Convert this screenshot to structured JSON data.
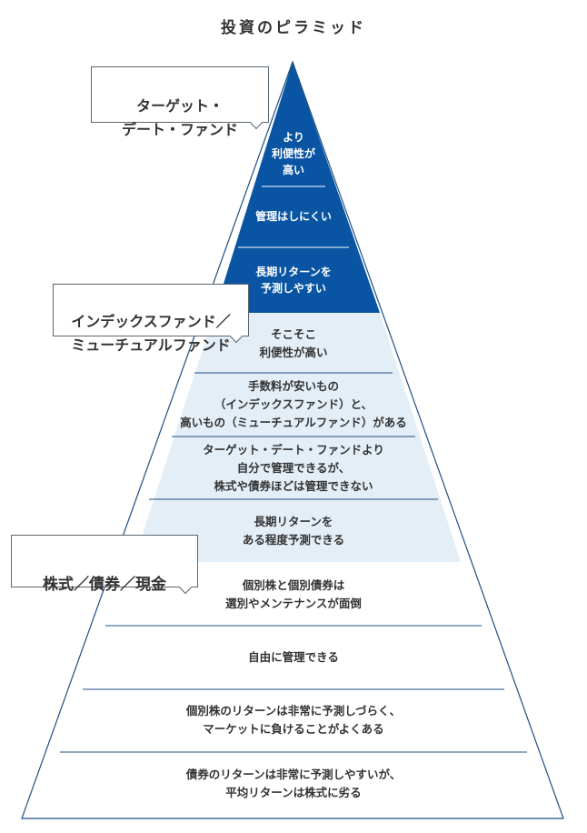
{
  "title": "投資のピラミッド",
  "colors": {
    "dark_blue": "#0a55a3",
    "light_blue": "#e4eef7",
    "white": "#ffffff",
    "outline": "#1f4f82"
  },
  "callouts": {
    "target_date_fund": "ターゲット・\nデート・ファンド",
    "index_mutual_fund": "インデックスファンド／\nミューチュアルファンド",
    "stocks_bonds_cash": "株式／債券／現金"
  },
  "tiers": {
    "top": [
      "より\n利便性が\n高い",
      "管理はしにくい",
      "長期リターンを\n予測しやすい"
    ],
    "middle": [
      "そこそこ\n利便性が高い",
      "手数料が安いもの\n（インデックスファンド）と、\n高いもの（ミューチュアルファンド）がある",
      "ターゲット・デート・ファンドより\n自分で管理できるが、\n株式や債券ほどは管理できない",
      "長期リターンを\nある程度予測できる"
    ],
    "bottom": [
      "個別株と個別債券は\n選別やメンテナンスが面倒",
      "自由に管理できる",
      "個別株のリターンは非常に予測しづらく、\nマーケットに負けることがよくある",
      "債券のリターンは非常に予測しやすいが、\n平均リターンは株式に劣る"
    ]
  }
}
